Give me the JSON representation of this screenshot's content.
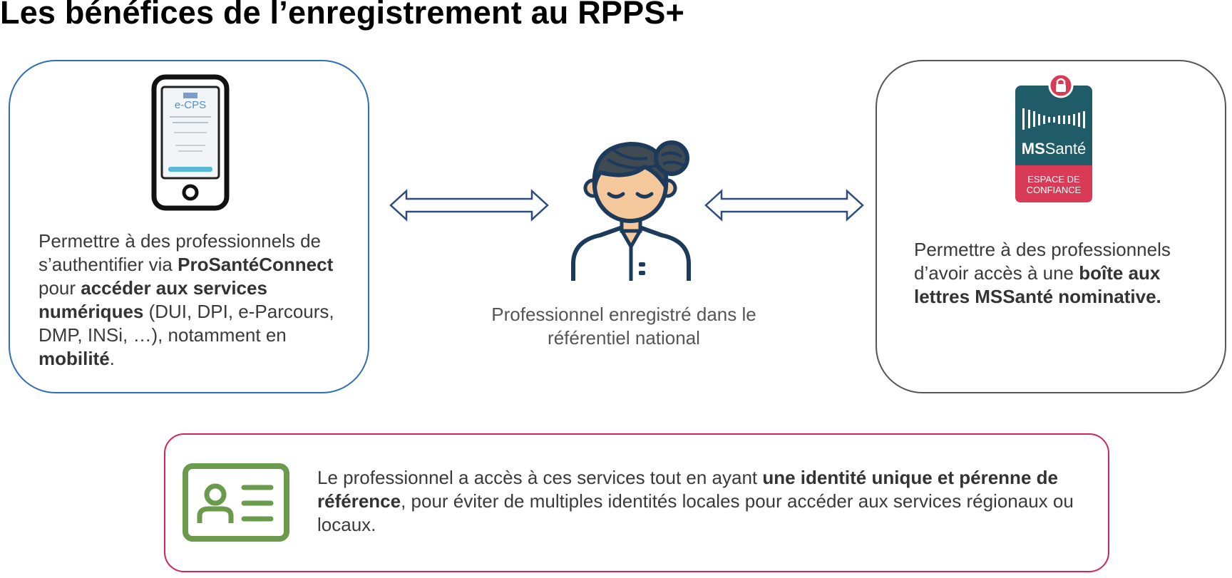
{
  "title": "Les bénéfices de l’enregistrement au RPPS+",
  "left_box": {
    "phone_app_label": "e-CPS",
    "text": {
      "t1": "Permettre à des professionnels de s’authentifier via ",
      "b1": "ProSantéConnect",
      "t2": " pour ",
      "b2": "accéder aux services numériques",
      "t3": " (DUI, DPI, e-Parcours, DMP, INSi, …), notamment en ",
      "b3": "mobilité",
      "t4": "."
    }
  },
  "center": {
    "label": "Professionnel enregistré dans le référentiel national"
  },
  "right_box": {
    "badge_brand": "MSSanté",
    "badge_brand_bold": "MS",
    "badge_brand_rest": "Santé",
    "badge_line1": "ESPACE DE",
    "badge_line2": "CONFIANCE",
    "text": {
      "t1": "Permettre à des professionnels d’avoir accès à une ",
      "b1": "boîte aux lettres MSSanté nominative."
    }
  },
  "bottom_box": {
    "text": {
      "t1": "Le professionnel a accès à ces services tout en ayant ",
      "b1": "une identité unique et pérenne de référence",
      "t2": ", pour éviter de multiples identités locales pour accéder aux services régionaux ou locaux."
    }
  },
  "icons": {
    "phone": "smartphone-icon",
    "person": "healthcare-professional-icon",
    "badge": "mssante-badge-icon",
    "id_card": "id-card-icon",
    "arrows": "double-arrow-icon"
  },
  "colors": {
    "left_border": "#2e6eb5",
    "right_border": "#555555",
    "bottom_border": "#d0245e",
    "id_card_green": "#6a9a4c",
    "badge_teal": "#1f5c68",
    "badge_red": "#d93a55",
    "arrow_stroke": "#2d4b7c"
  }
}
